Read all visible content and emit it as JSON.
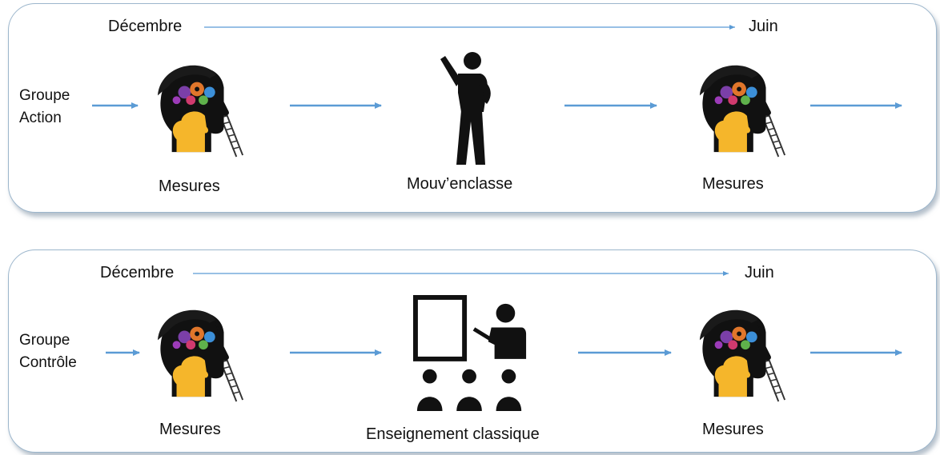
{
  "colors": {
    "arrow": "#5b9bd5",
    "border": "#9cb6cc",
    "skin": "#f5b62b",
    "dark": "#111111"
  },
  "groups": [
    {
      "label_line1": "Groupe",
      "label_line2": "Action",
      "timeline_start": "Décembre",
      "timeline_end": "Juin",
      "measure_before": "Mesures",
      "intervention": "Mouv’enclasse",
      "intervention_icon": "dancing-person-icon",
      "measure_after": "Mesures"
    },
    {
      "label_line1": "Groupe",
      "label_line2": "Contrôle",
      "timeline_start": "Décembre",
      "timeline_end": "Juin",
      "measure_before": "Mesures",
      "intervention": "Enseignement classique",
      "intervention_icon": "classroom-teacher-icon",
      "measure_after": "Mesures"
    }
  ]
}
